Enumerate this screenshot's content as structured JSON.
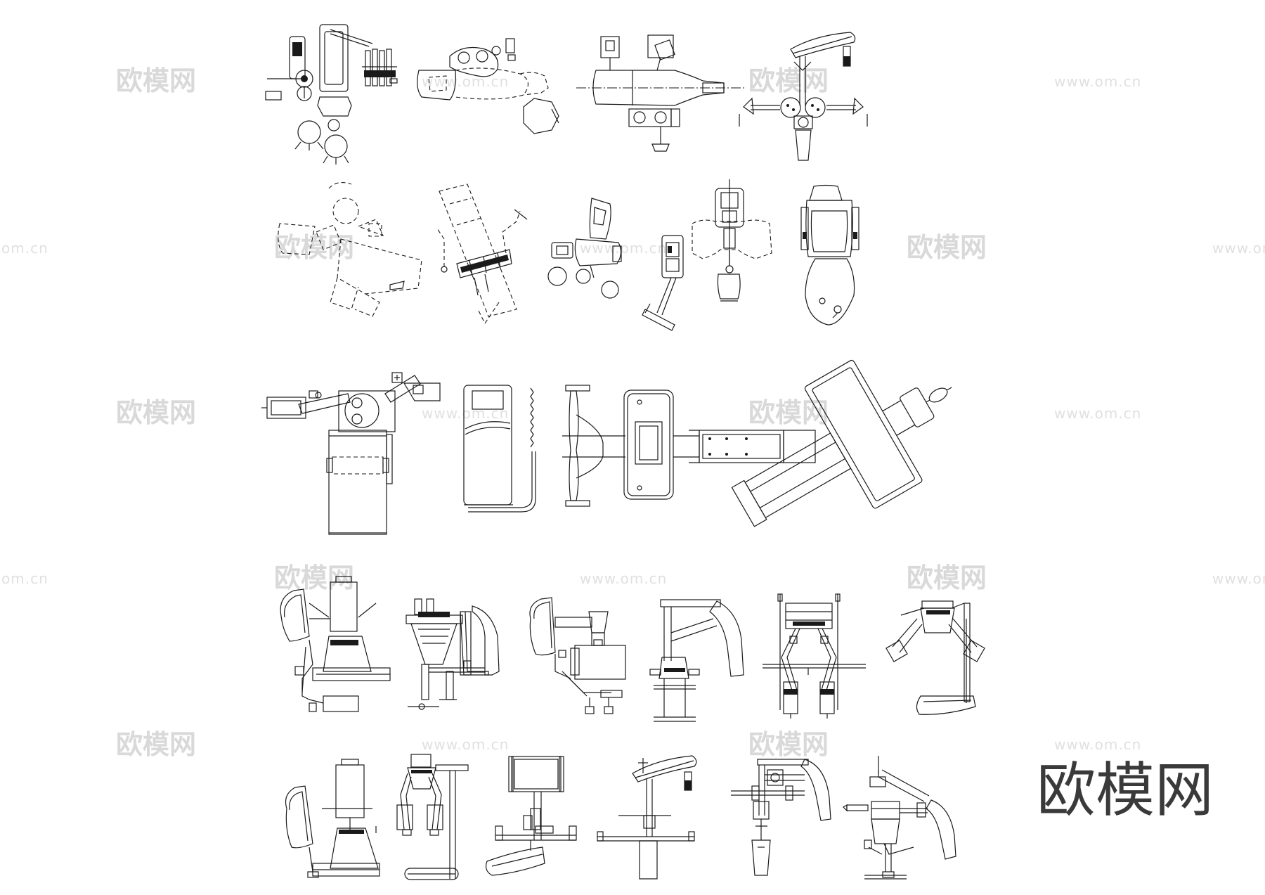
{
  "watermark": {
    "brand": "欧模网",
    "url": "www.om.cn",
    "url_partial": "om.cn"
  },
  "logo": {
    "text": "欧模网"
  },
  "symbols": {
    "row1": [
      "dental-unit-assembly",
      "dental-chair-dashed",
      "dental-chair-centerline",
      "dental-light-arm"
    ],
    "row2": [
      "dental-chair-dashed-rotated",
      "instrument-tray-dashed",
      "dental-chair-angled",
      "dental-unit-console",
      "dental-chair-basin"
    ],
    "row3": [
      "operating-table-lamps",
      "hospital-bed",
      "surgical-table",
      "surgical-table-rotated"
    ],
    "row4": [
      "gym-machine-1",
      "gym-machine-2",
      "gym-machine-3",
      "gym-machine-4",
      "gym-machine-5",
      "gym-machine-6"
    ],
    "row5": [
      "gym-machine-7",
      "gym-machine-8",
      "gym-machine-9",
      "gym-machine-10",
      "gym-machine-11",
      "gym-machine-12"
    ]
  }
}
